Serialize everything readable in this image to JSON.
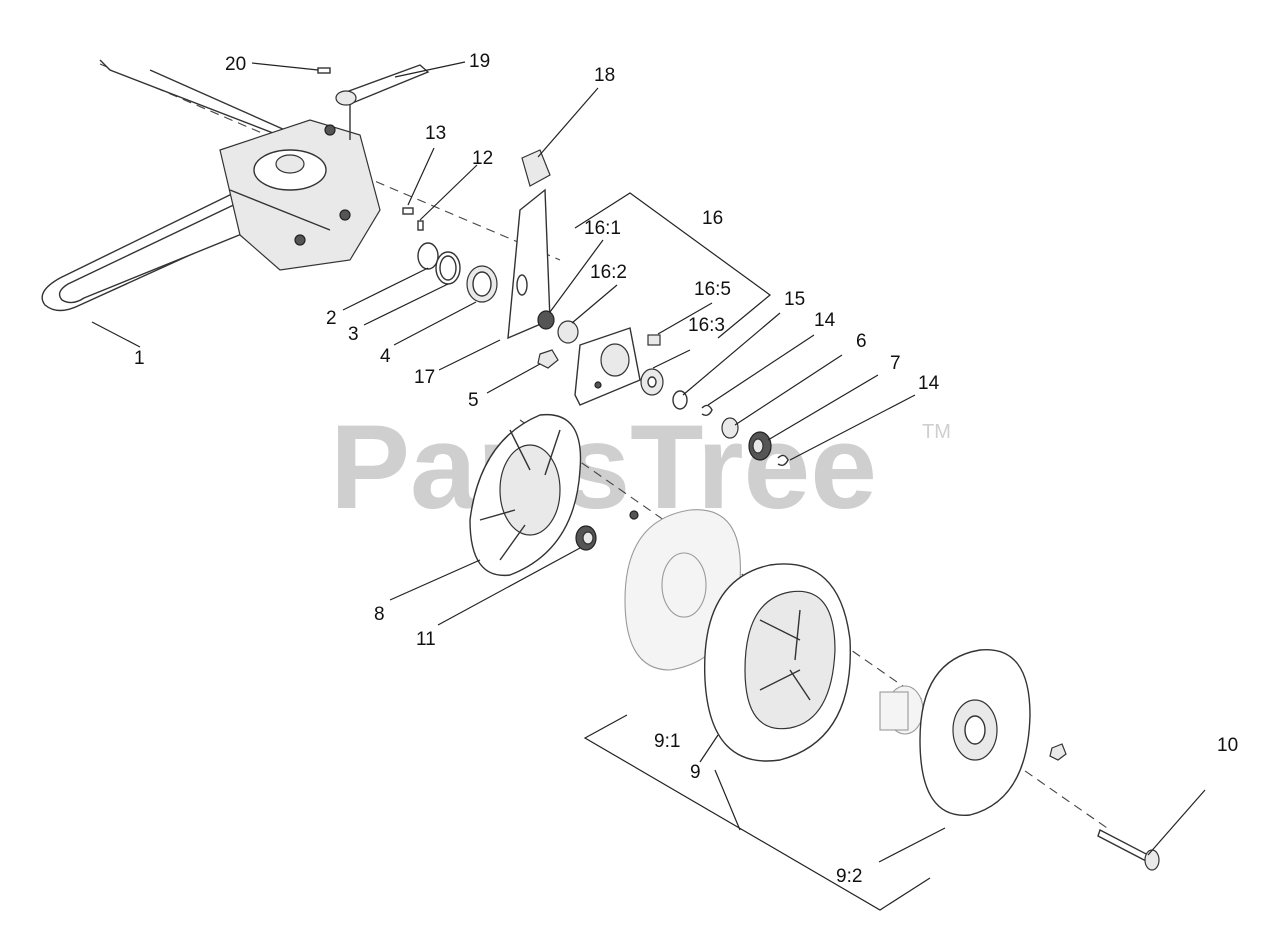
{
  "watermark": {
    "text": "PartsTree",
    "tm": "TM",
    "color": "#cfcfcf"
  },
  "labels": {
    "l1": "1",
    "l2": "2",
    "l3": "3",
    "l4": "4",
    "l5": "5",
    "l6": "6",
    "l7": "7",
    "l8": "8",
    "l9": "9",
    "l9_1": "9:1",
    "l9_2": "9:2",
    "l10": "10",
    "l11": "11",
    "l12": "12",
    "l13": "13",
    "l14a": "14",
    "l14b": "14",
    "l15": "15",
    "l16": "16",
    "l16_1": "16:1",
    "l16_2": "16:2",
    "l16_3": "16:3",
    "l16_5": "16:5",
    "l17": "17",
    "l18": "18",
    "l19": "19",
    "l20": "20"
  }
}
